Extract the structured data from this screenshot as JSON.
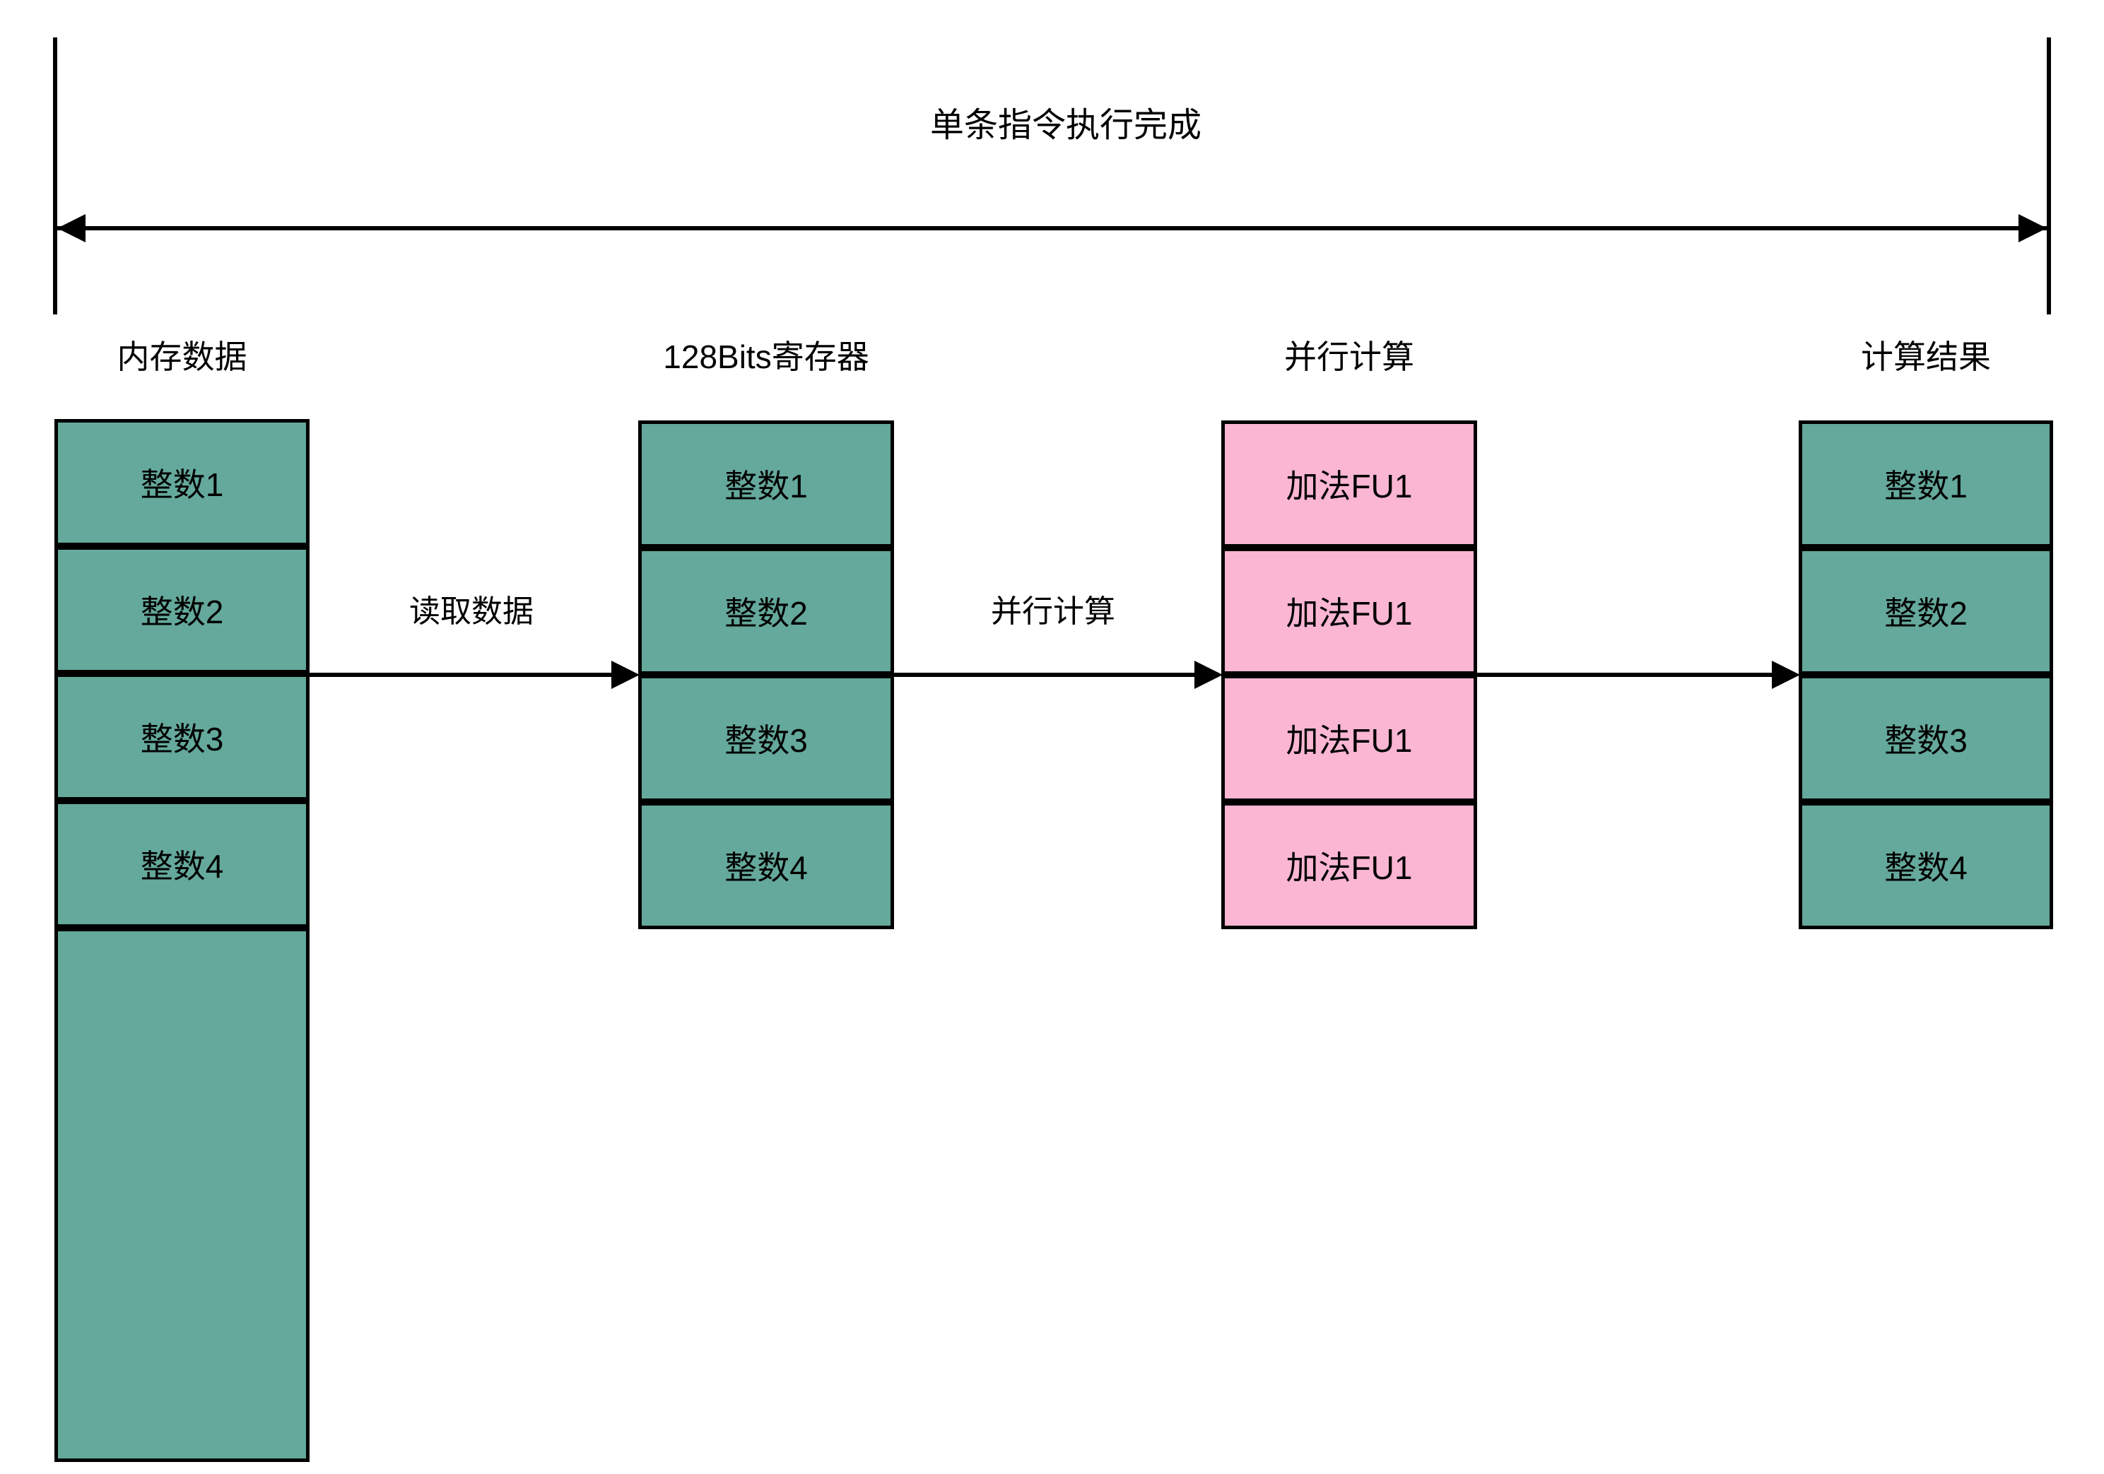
{
  "timeline": {
    "label": "单条指令执行完成"
  },
  "columns": [
    {
      "header": "内存数据",
      "cells": [
        "整数1",
        "整数2",
        "整数3",
        "整数4"
      ],
      "tall_empty_cell": true
    },
    {
      "header": "128Bits寄存器",
      "cells": [
        "整数1",
        "整数2",
        "整数3",
        "整数4"
      ]
    },
    {
      "header": "并行计算",
      "cells": [
        "加法FU1",
        "加法FU1",
        "加法FU1",
        "加法FU1"
      ]
    },
    {
      "header": "计算结果",
      "cells": [
        "整数1",
        "整数2",
        "整数3",
        "整数4"
      ]
    }
  ],
  "arrows": [
    {
      "label": "读取数据"
    },
    {
      "label": "并行计算"
    },
    {
      "label": ""
    }
  ],
  "colors": {
    "teal": "#64A99B",
    "pink": "#FAB6D3",
    "line": "#000000"
  }
}
